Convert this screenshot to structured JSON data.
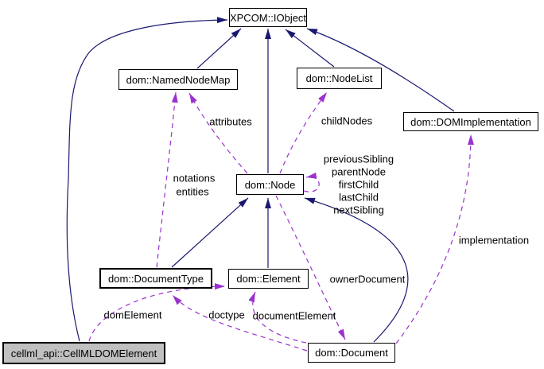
{
  "nodes": {
    "xpcom": {
      "label": "XPCOM::IObject"
    },
    "namednodemap": {
      "label": "dom::NamedNodeMap"
    },
    "nodelist": {
      "label": "dom::NodeList"
    },
    "domimplementation": {
      "label": "dom::DOMImplementation"
    },
    "node": {
      "label": "dom::Node"
    },
    "documenttype": {
      "label": "dom::DocumentType"
    },
    "element": {
      "label": "dom::Element"
    },
    "document": {
      "label": "dom::Document"
    },
    "cellmldomelement": {
      "label": "cellml_api::CellMLDOMElement"
    }
  },
  "edge_labels": {
    "attributes": "attributes",
    "childNodes": "childNodes",
    "notations_entities": [
      "notations",
      "entities"
    ],
    "node_self": [
      "previousSibling",
      "parentNode",
      "firstChild",
      "lastChild",
      "nextSibling"
    ],
    "implementation": "implementation",
    "ownerDocument": "ownerDocument",
    "domElement": "domElement",
    "doctype": "doctype",
    "documentElement": "documentElement"
  },
  "edges": [
    {
      "from": "dom::NamedNodeMap",
      "to": "XPCOM::IObject",
      "type": "inheritance"
    },
    {
      "from": "dom::Node",
      "to": "XPCOM::IObject",
      "type": "inheritance"
    },
    {
      "from": "dom::NodeList",
      "to": "XPCOM::IObject",
      "type": "inheritance"
    },
    {
      "from": "dom::DOMImplementation",
      "to": "XPCOM::IObject",
      "type": "inheritance"
    },
    {
      "from": "cellml_api::CellMLDOMElement",
      "to": "XPCOM::IObject",
      "type": "inheritance"
    },
    {
      "from": "dom::DocumentType",
      "to": "dom::Node",
      "type": "inheritance"
    },
    {
      "from": "dom::Element",
      "to": "dom::Node",
      "type": "inheritance"
    },
    {
      "from": "dom::Document",
      "to": "dom::Node",
      "type": "inheritance"
    },
    {
      "from": "dom::DocumentType",
      "to": "dom::NamedNodeMap",
      "type": "usage",
      "label": "notations entities"
    },
    {
      "from": "dom::Node",
      "to": "dom::NamedNodeMap",
      "type": "usage",
      "label": "attributes"
    },
    {
      "from": "dom::Node",
      "to": "dom::NodeList",
      "type": "usage",
      "label": "childNodes"
    },
    {
      "from": "dom::Node",
      "to": "dom::Node",
      "type": "usage",
      "label": "previousSibling parentNode firstChild lastChild nextSibling"
    },
    {
      "from": "dom::Node",
      "to": "dom::Document",
      "type": "usage",
      "label": "ownerDocument"
    },
    {
      "from": "dom::Document",
      "to": "dom::DocumentType",
      "type": "usage",
      "label": "doctype"
    },
    {
      "from": "dom::Document",
      "to": "dom::Element",
      "type": "usage",
      "label": "documentElement"
    },
    {
      "from": "dom::Document",
      "to": "dom::DOMImplementation",
      "type": "usage",
      "label": "implementation"
    },
    {
      "from": "cellml_api::CellMLDOMElement",
      "to": "dom::Element",
      "type": "usage",
      "label": "domElement"
    }
  ],
  "colors": {
    "inheritance_edge": "#191970",
    "usage_edge": "#9a32cd",
    "node_fill": "#ffffff",
    "node_border": "#000000",
    "current_node_fill": "#c0c0c0",
    "background": "#ffffff"
  }
}
